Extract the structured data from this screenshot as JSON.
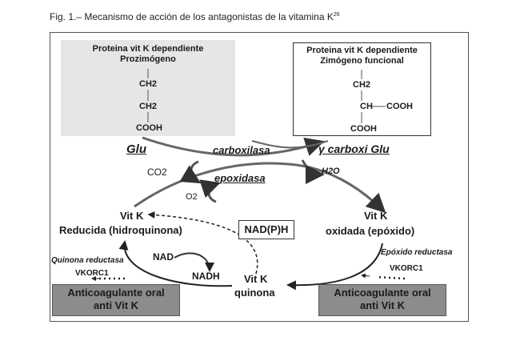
{
  "caption": {
    "text": "Fig. 1.– Mecanismo de acción de los antagonistas de la vitamina K",
    "sup": "26"
  },
  "left_box": {
    "line1": "Proteina vit K dependiente",
    "line2": "Prozimógeno",
    "ch2_a": "CH2",
    "ch2_b": "CH2",
    "cooh": "COOH"
  },
  "right_box": {
    "line1": "Proteina vit K dependiente",
    "line2": "Zimógeno funcional",
    "ch2": "CH2",
    "ch": "CH",
    "cooh_side": "COOH",
    "cooh": "COOH"
  },
  "labels": {
    "glu": "Glu",
    "carboxilasa": "carboxilasa",
    "gamma_glu": "γ carboxi Glu",
    "epoxidasa": "epoxidasa",
    "co2": "CO2",
    "o2": "O2",
    "h2o": "H2O",
    "vitk_reducida_1": "Vit K",
    "vitk_reducida_2": "Reducida (hidroquinona)",
    "vitk_oxidada_1": "Vit K",
    "vitk_oxidada_2": "oxidada (epóxido)",
    "nadph": "NAD(P)H",
    "nad": "NAD",
    "nadh": "NADH",
    "vitk_quinona_1": "Vit K",
    "vitk_quinona_2": "quinona",
    "quinona_reductasa": "Quinona reductasa",
    "vkorc1_left": "VKORC1",
    "epoxido_reductasa": "Epóxido reductasa",
    "vkorc1_right": "VKORC1",
    "anticoag_left_1": "Anticoagulante oral",
    "anticoag_left_2": "anti Vit K",
    "anticoag_right_1": "Anticoagulante oral",
    "anticoag_right_2": "anti Vit K"
  }
}
